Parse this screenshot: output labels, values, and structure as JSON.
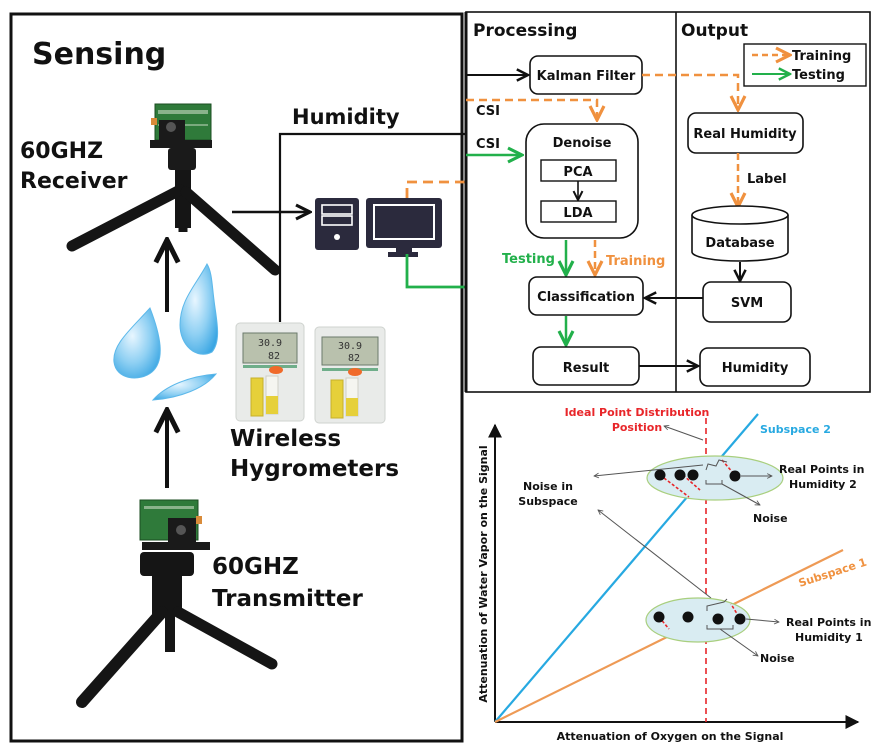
{
  "colors": {
    "training": "#f0913f",
    "testing": "#22b04b",
    "ideal": "#e8262a",
    "subspace2": "#27a9e1",
    "subspace1": "#ee9a55",
    "cluster_fill": "#d9ecf2",
    "cluster_stroke": "#a9cf7e",
    "computer": "#2b2a3d"
  },
  "sensing": {
    "title": "Sensing",
    "receiver_line1": "60GHZ",
    "receiver_line2": "Receiver",
    "transmitter_line1": "60GHZ",
    "transmitter_line2": "Transmitter",
    "humidity_label": "Humidity",
    "hygrometer_line1": "Wireless",
    "hygrometer_line2": "Hygrometers",
    "hygrometer_display_top": "30.9",
    "hygrometer_display_bottom": "82"
  },
  "processing": {
    "title": "Processing",
    "kalman": "Kalman Filter",
    "csi_training": "CSI",
    "csi_testing": "CSI",
    "denoise": "Denoise",
    "pca": "PCA",
    "lda": "LDA",
    "testing_label": "Testing",
    "training_label": "Training",
    "classification": "Classification",
    "result": "Result"
  },
  "output": {
    "title": "Output",
    "legend": {
      "training": "Training",
      "testing": "Testing"
    },
    "real_humidity": "Real Humidity",
    "label": "Label",
    "database": "Database",
    "svm": "SVM",
    "humidity": "Humidity"
  },
  "plot": {
    "xlabel": "Attenuation of Oxygen on the Signal",
    "ylabel": "Attenuation of Water Vapor on the Signal",
    "ideal_line1": "Ideal Point Distribution",
    "ideal_line2": "Position",
    "subspace2": "Subspace 2",
    "subspace1": "Subspace 1",
    "noise_subspace_line1": "Noise in",
    "noise_subspace_line2": "Subspace",
    "real_points2_line1": "Real Points in",
    "real_points2_line2": "Humidity 2",
    "real_points1_line1": "Real Points in",
    "real_points1_line2": "Humidity 1",
    "noise2": "Noise",
    "noise1": "Noise"
  }
}
